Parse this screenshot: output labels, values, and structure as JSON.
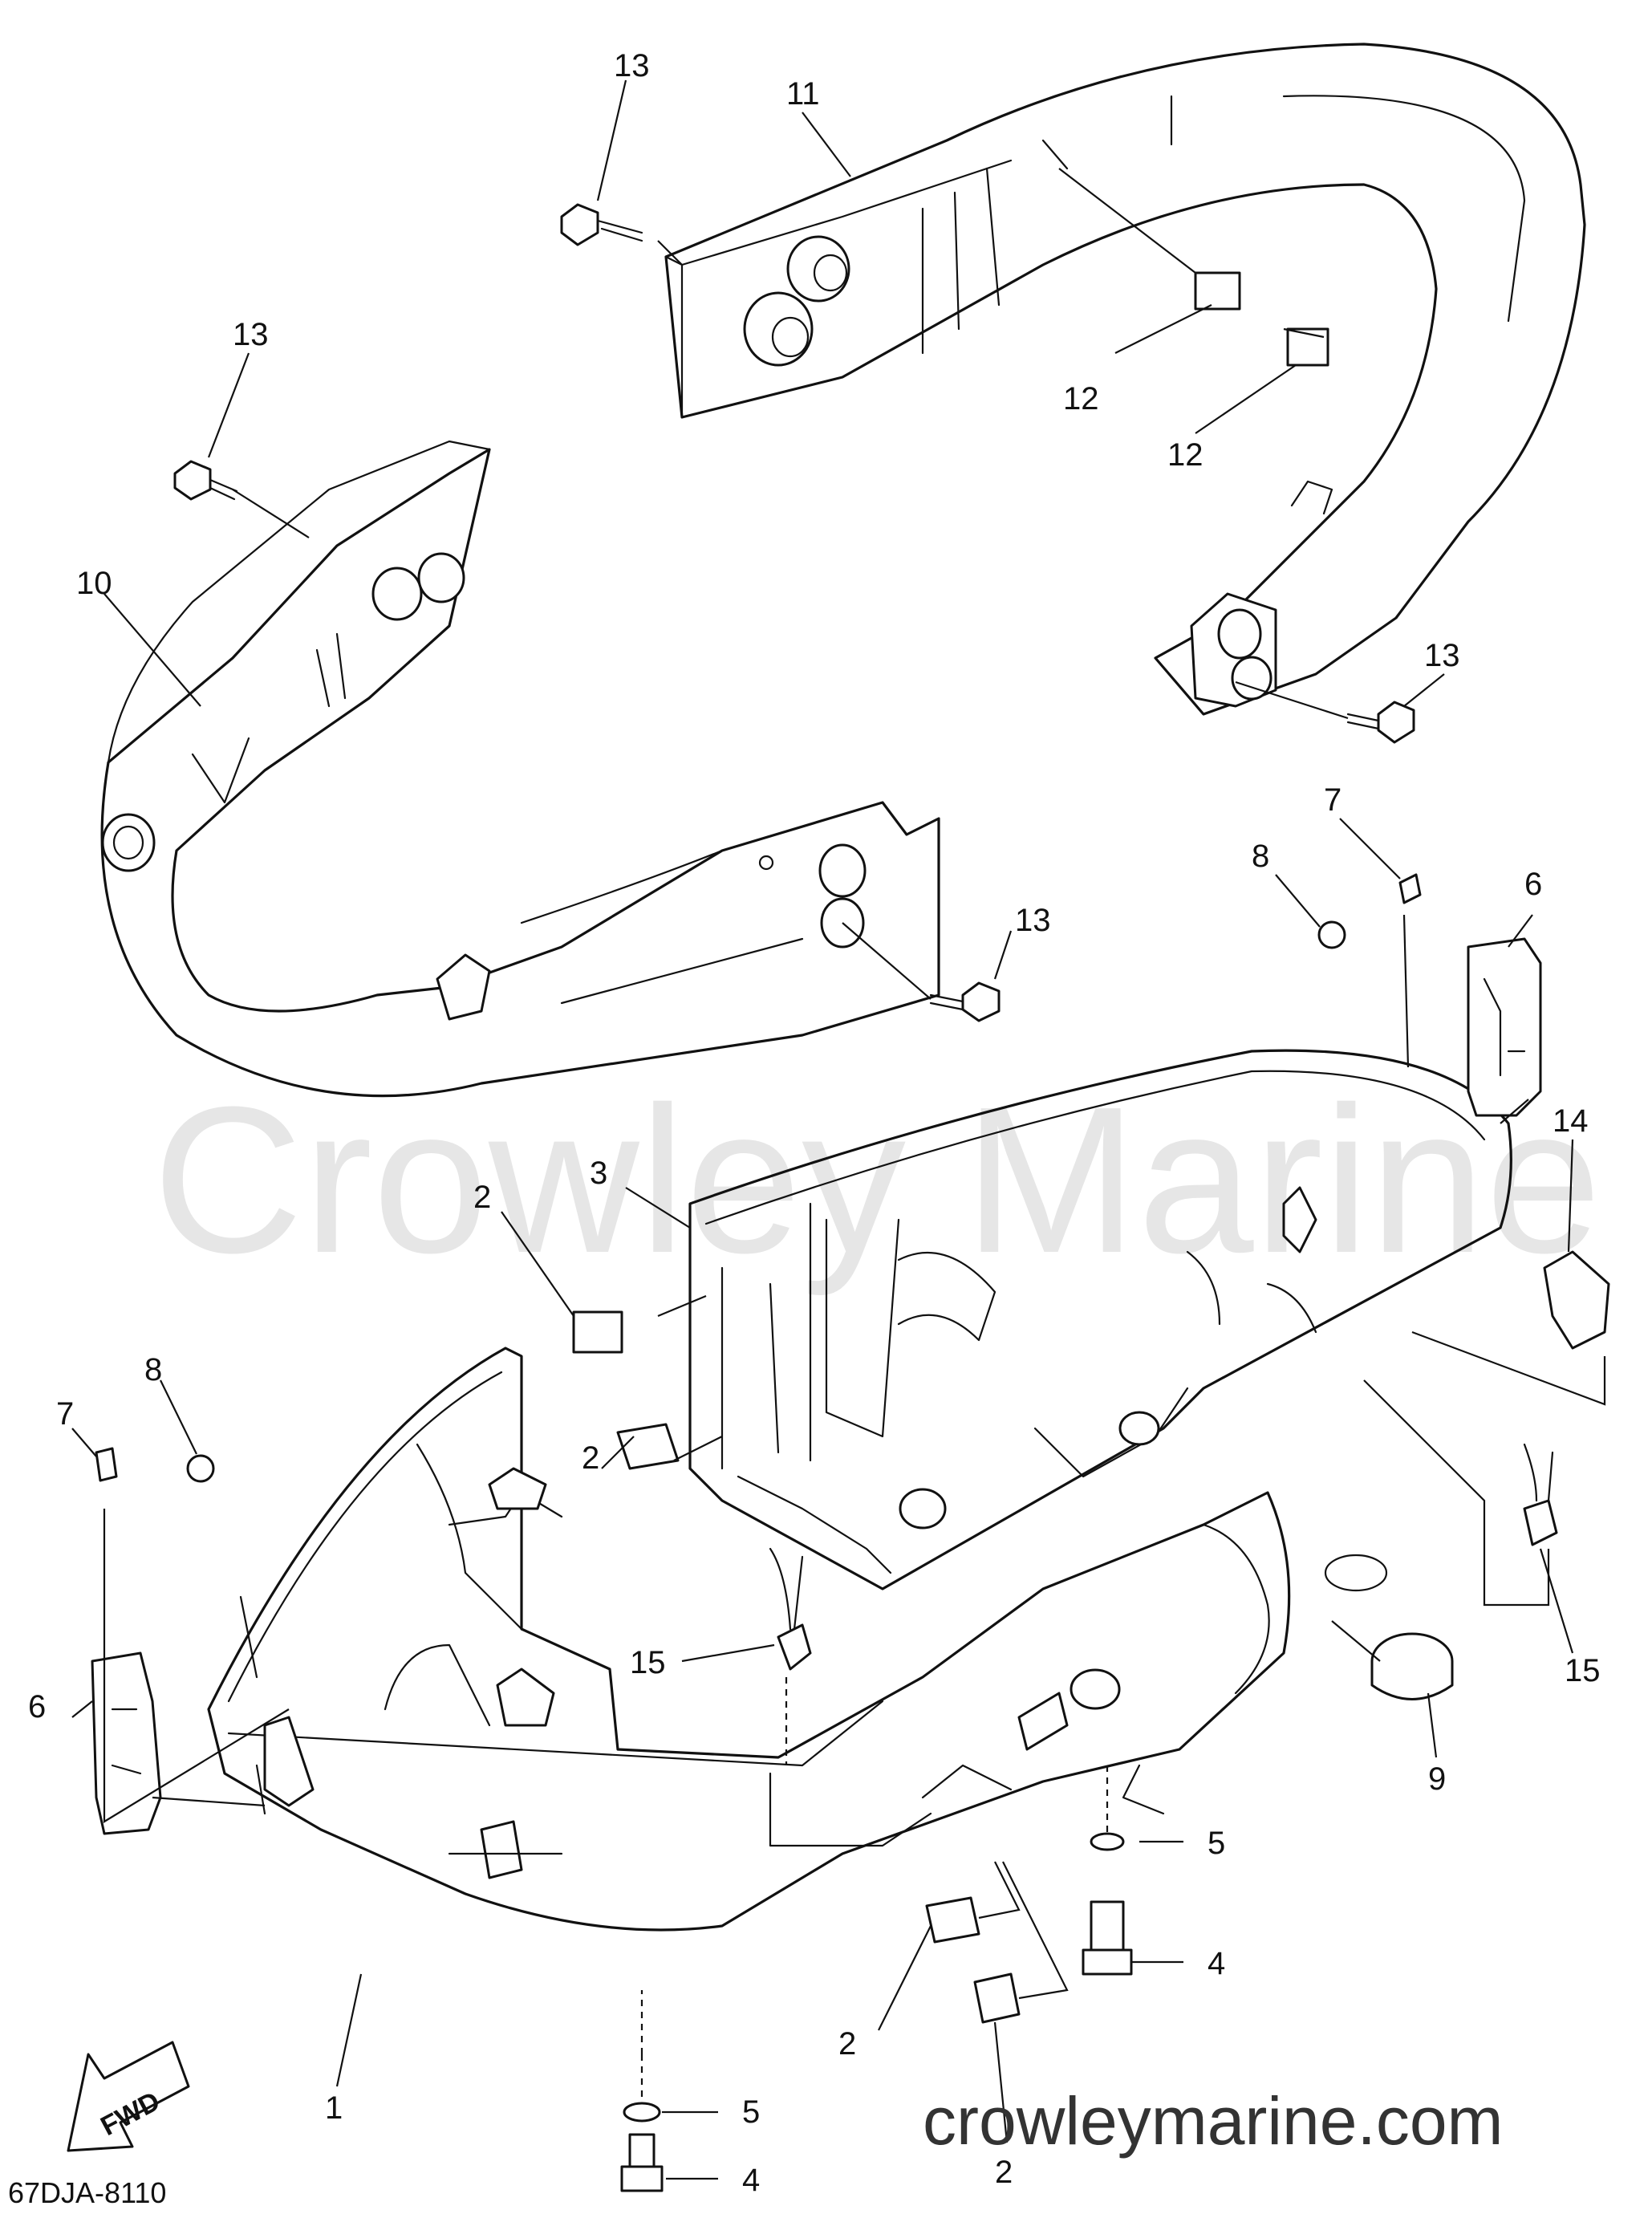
{
  "watermark": "Crowley Marine",
  "website": "crowleymarine.com",
  "diagram_code": "67DJA-8110",
  "fwd_label": "FWD",
  "callouts": [
    "13",
    "11",
    "13",
    "12",
    "12",
    "10",
    "13",
    "13",
    "7",
    "8",
    "6",
    "3",
    "2",
    "14",
    "2",
    "8",
    "7",
    "15",
    "15",
    "6",
    "5",
    "9",
    "4",
    "2",
    "1",
    "2",
    "5",
    "4"
  ]
}
